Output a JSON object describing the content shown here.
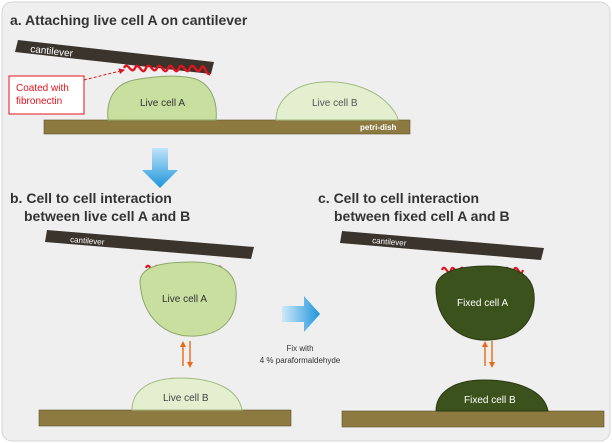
{
  "panels": {
    "a": {
      "title": "a. Attaching live cell A on cantilever",
      "cantilever_label": "cantilever",
      "coating_label_line1": "Coated with",
      "coating_label_line2": "fibronectin",
      "cell_a_label": "Live cell A",
      "cell_b_label": "Live cell B",
      "dish_label": "petri-dish"
    },
    "b": {
      "title_line1": "b. Cell to cell interaction",
      "title_line2": "between live cell A and B",
      "cantilever_label": "cantilever",
      "cell_a_label": "Live cell A",
      "cell_b_label": "Live cell B"
    },
    "c": {
      "title_line1": "c. Cell to cell interaction",
      "title_line2": "between fixed cell A and B",
      "cantilever_label": "cantilever",
      "cell_a_label": "Fixed cell A",
      "cell_b_label": "Fixed cell B"
    }
  },
  "transition": {
    "line1": "Fix with",
    "line2": "4 % paraformaldehyde"
  },
  "colors": {
    "background": "#efefef",
    "live_cell_a_fill": "#c9dfa0",
    "live_cell_b_fill": "#e3efcf",
    "fixed_cell_fill": "#3c521c",
    "dish_fill": "#8c7a40",
    "cantilever_fill": "#3a342c",
    "fibronectin": "#e0141e",
    "force_arrow": "#e86a16",
    "transition_arrow": "#37a6e6"
  }
}
